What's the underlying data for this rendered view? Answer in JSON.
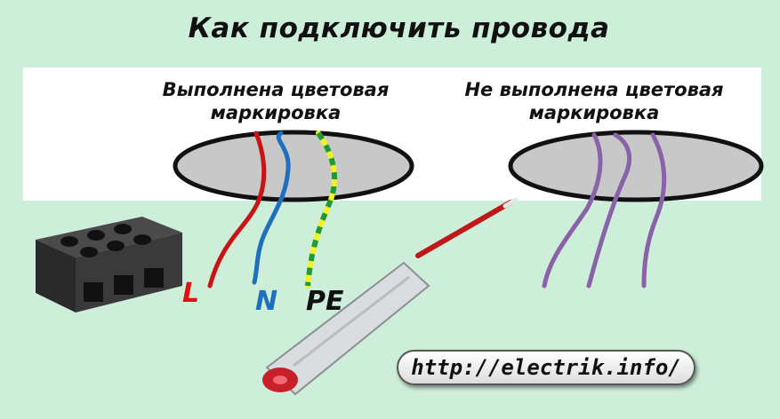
{
  "title": "Как подключить провода",
  "left_section": {
    "label_line1": "Выполнена цветовая",
    "label_line2": "маркировка",
    "wires": [
      {
        "tag": "L",
        "color": "#c81414"
      },
      {
        "tag": "N",
        "color": "#1f6fbf"
      },
      {
        "tag": "PE",
        "color": "#1c9a3c",
        "stripe_color": "#f2f226"
      }
    ]
  },
  "right_section": {
    "label_line1": "Не выполнена цветовая",
    "label_line2": "маркировка",
    "wire_color": "#8a62a8"
  },
  "url": "http://electrik.info/",
  "icons": [
    "terminal-block-icon",
    "screwdriver-tester-icon"
  ],
  "colors": {
    "background": "#cdeed9",
    "panel": "#ffffff",
    "hole": "#c8c8c8"
  }
}
